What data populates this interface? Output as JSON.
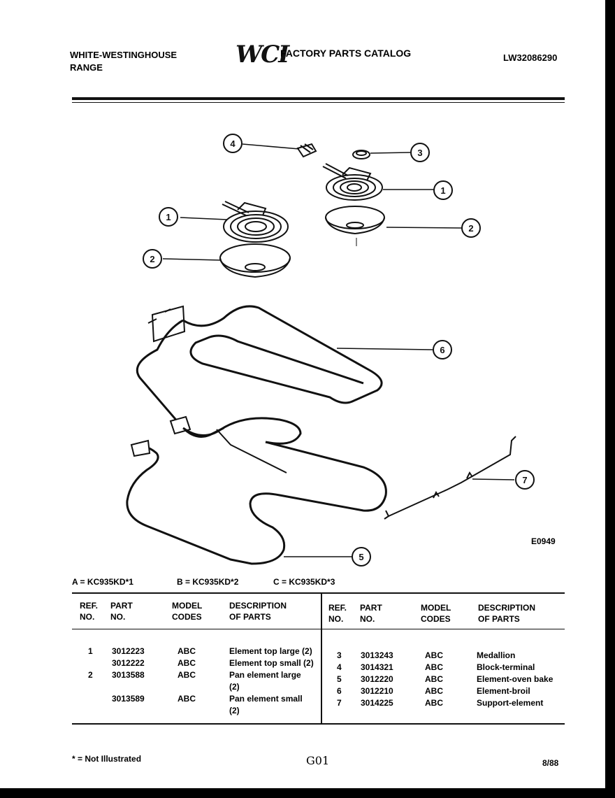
{
  "header": {
    "brand_line1": "WHITE-WESTINGHOUSE",
    "brand_line2": "RANGE",
    "logo": "WCI",
    "catalog_title": "FACTORY PARTS CATALOG",
    "doc_number": "LW32086290"
  },
  "diagram": {
    "code": "E0949",
    "callouts": [
      "4",
      "3",
      "1",
      "1",
      "2",
      "2",
      "6",
      "7",
      "5"
    ]
  },
  "models": {
    "a": "A = KC935KD*1",
    "b": "B = KC935KD*2",
    "c": "C = KC935KD*3"
  },
  "table": {
    "headers": {
      "ref": "REF.\nNO.",
      "part": "PART\nNO.",
      "codes": "MODEL\nCODES",
      "desc": "DESCRIPTION\nOF PARTS"
    },
    "left_rows": [
      {
        "ref": "1",
        "part": "3012223",
        "codes": "ABC",
        "desc": "Element top large (2)"
      },
      {
        "ref": "",
        "part": "3012222",
        "codes": "ABC",
        "desc": "Element top small (2)"
      },
      {
        "ref": "2",
        "part": "3013588",
        "codes": "ABC",
        "desc": "Pan element large"
      },
      {
        "ref": "",
        "part": "",
        "codes": "",
        "desc": "(2)"
      },
      {
        "ref": "",
        "part": "3013589",
        "codes": "ABC",
        "desc": "Pan element small"
      },
      {
        "ref": "",
        "part": "",
        "codes": "",
        "desc": "(2)"
      }
    ],
    "right_rows": [
      {
        "ref": "3",
        "part": "3013243",
        "codes": "ABC",
        "desc": "Medallion"
      },
      {
        "ref": "4",
        "part": "3014321",
        "codes": "ABC",
        "desc": "Block-terminal"
      },
      {
        "ref": "5",
        "part": "3012220",
        "codes": "ABC",
        "desc": "Element-oven bake"
      },
      {
        "ref": "6",
        "part": "3012210",
        "codes": "ABC",
        "desc": "Element-broil"
      },
      {
        "ref": "7",
        "part": "3014225",
        "codes": "ABC",
        "desc": "Support-element"
      }
    ]
  },
  "footer": {
    "note": "* = Not Illustrated",
    "page": "G01",
    "date": "8/88"
  }
}
